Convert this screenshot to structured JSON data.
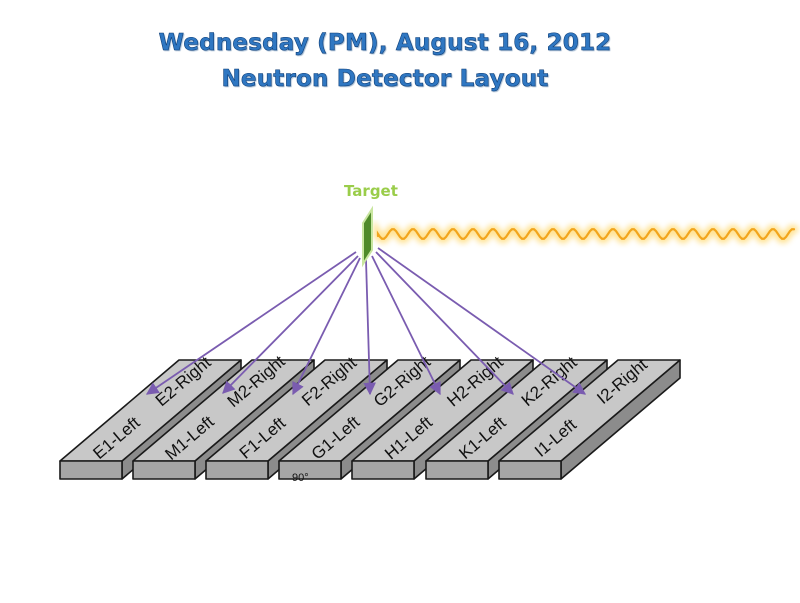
{
  "title": {
    "line1": "Wednesday (PM), August 16, 2012",
    "line2": "Neutron Detector Layout"
  },
  "target": {
    "label": "Target"
  },
  "angle_label": "90°",
  "detectors": [
    {
      "left_label": "E1-Left",
      "right_label": "E2-Right"
    },
    {
      "left_label": "M1-Left",
      "right_label": "M2-Right"
    },
    {
      "left_label": "F1-Left",
      "right_label": "F2-Right"
    },
    {
      "left_label": "G1-Left",
      "right_label": "G2-Right"
    },
    {
      "left_label": "H1-Left",
      "right_label": "H2-Right"
    },
    {
      "left_label": "K1-Left",
      "right_label": "K2-Right"
    },
    {
      "left_label": "I1-Left",
      "right_label": "I2-Right"
    }
  ],
  "colors": {
    "title": "#2f77c2",
    "bar_top": "#c8c8c8",
    "bar_front": "#a6a6a6",
    "bar_side": "#8c8c8c",
    "arrow": "#7a5cb0",
    "beam": "#f2a51c",
    "beam_glow": "#ffe08a",
    "target": "#4f8a2a"
  }
}
